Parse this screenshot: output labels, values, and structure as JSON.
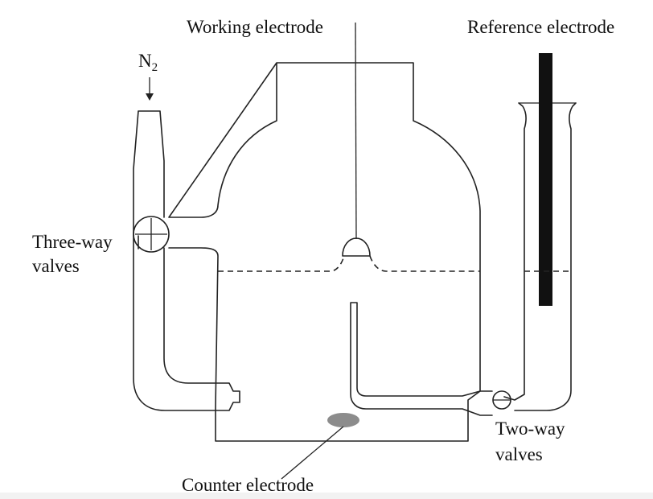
{
  "labels": {
    "working_electrode": "Working electrode",
    "reference_electrode": "Reference electrode",
    "nitrogen": "N",
    "nitrogen_sub": "2",
    "three_way_valves_line1": "Three-way",
    "three_way_valves_line2": "valves",
    "two_way_valves_line1": "Two-way",
    "two_way_valves_line2": "valves",
    "counter_electrode": "Counter electrode"
  },
  "colors": {
    "line": "#222222",
    "reference_rod": "#111111",
    "counter_electrode_fill": "#8c8c8c"
  }
}
